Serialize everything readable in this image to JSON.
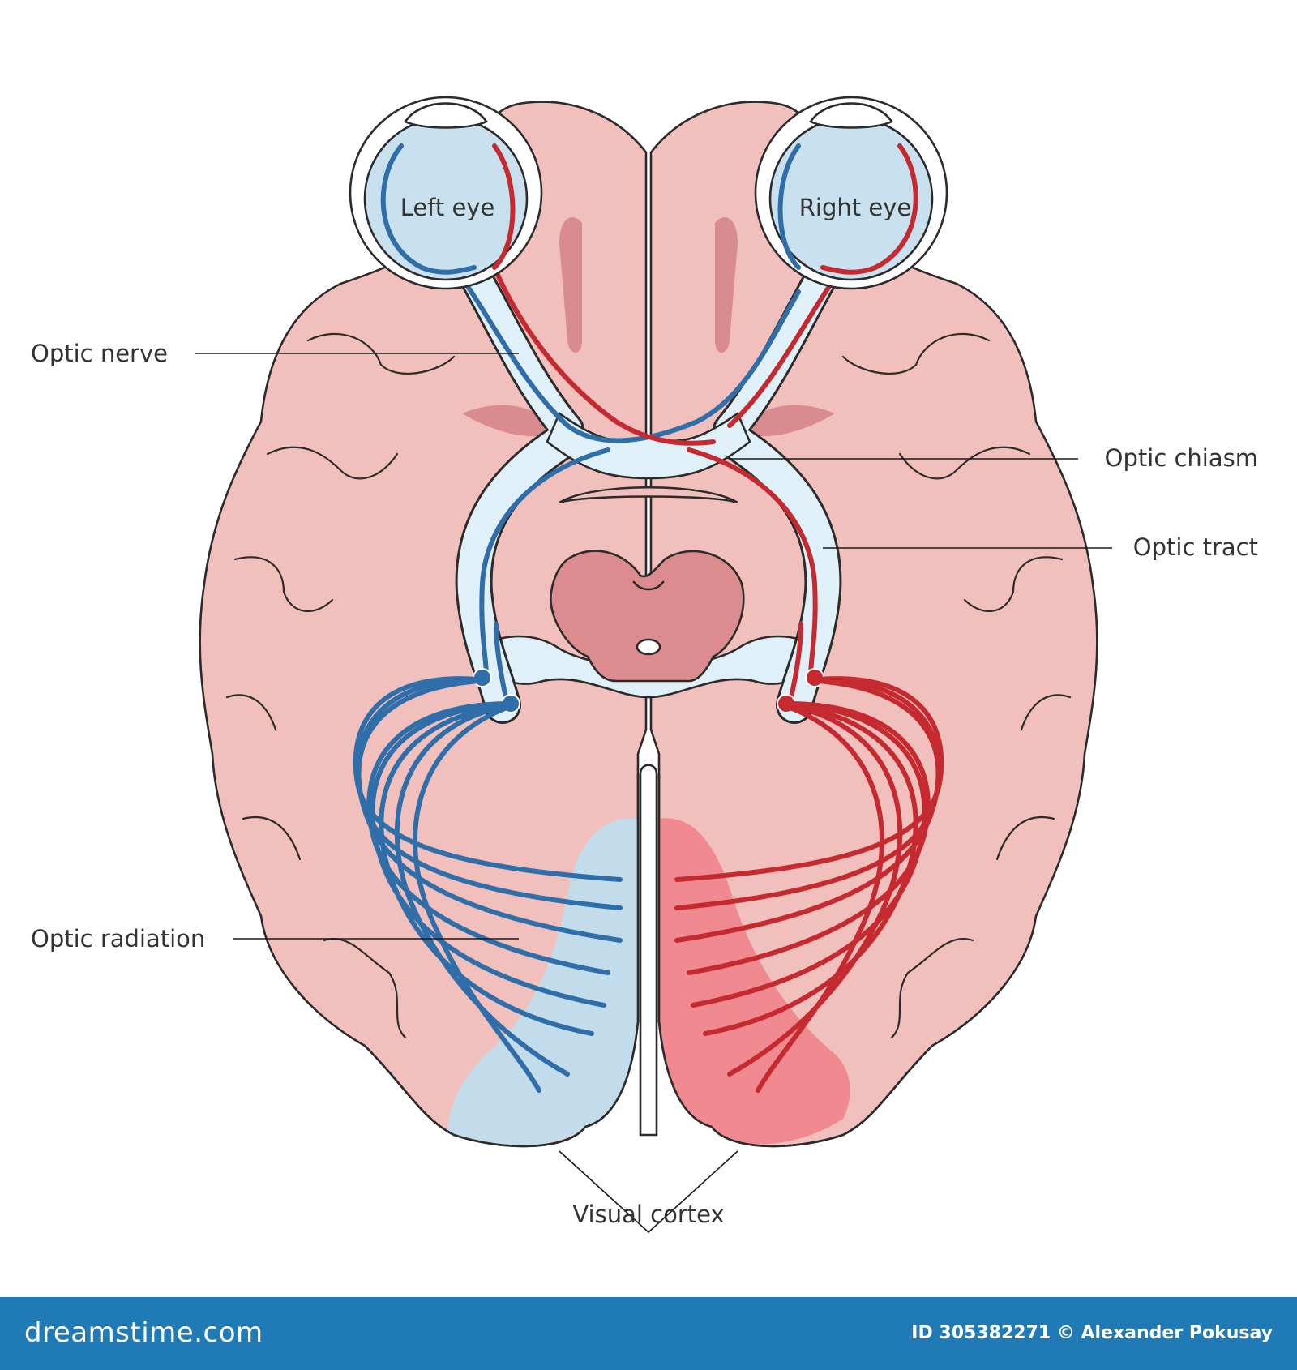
{
  "labels": {
    "left_eye": "Left eye",
    "right_eye": "Right eye",
    "optic_nerve": "Optic nerve",
    "optic_chiasm": "Optic chiasm",
    "optic_tract": "Optic tract",
    "optic_radiation": "Optic radiation",
    "visual_cortex": "Visual cortex"
  },
  "footer": {
    "brand": "dreamstime.com",
    "credit": "ID 305382271 © Alexander Pokusay"
  },
  "colors": {
    "brain": "#f1c0bc",
    "brain_dark": "#d98c8f",
    "brainstem": "#dc8c8e",
    "eye_fill": "#c9e0ef",
    "nerve_sheath": "#dff0f8",
    "left_pathway": "#2f6ea8",
    "right_pathway": "#c42a2f",
    "left_cortex": "#c3dcec",
    "right_cortex": "#f08a90",
    "footer_bg": "#1f7ab5"
  }
}
